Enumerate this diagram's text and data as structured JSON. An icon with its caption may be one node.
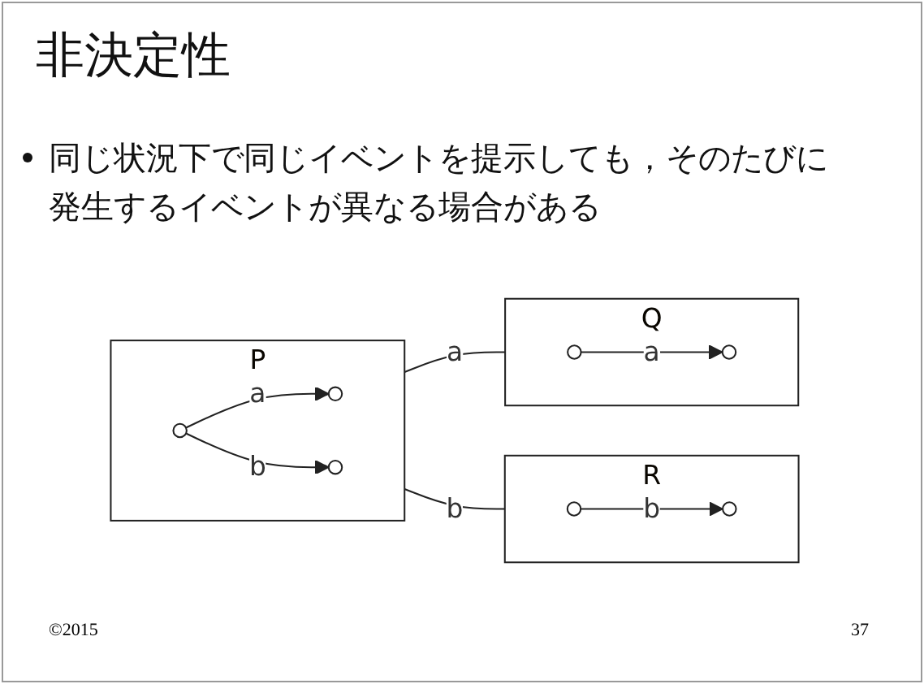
{
  "diagram": {
    "title": "非決定性",
    "nodes": [
      {
        "text": [
          "P"
        ]
      },
      {
        "text": [],
        "shape": "circle",
        "in": 0
      },
      {
        "text": [],
        "shape": "circle",
        "in": 0
      },
      {
        "text": [],
        "shape": "circle",
        "in": 0
      },
      {
        "text": [
          "Q"
        ]
      },
      {
        "text": [],
        "shape": "circle",
        "in": 4
      },
      {
        "text": [],
        "shape": "circle",
        "in": 4
      },
      {
        "text": [
          "R"
        ]
      },
      {
        "text": [],
        "shape": "circle",
        "in": 7
      },
      {
        "text": [],
        "shape": "circle",
        "in": 7
      }
    ],
    "edges": [
      {
        "from": 1,
        "to": 2,
        "arrow": "to",
        "label": "a"
      },
      {
        "from": 1,
        "to": 3,
        "arrow": "to",
        "label": "b"
      },
      {
        "from": 0,
        "to": 4,
        "arrow": "none",
        "label": "a"
      },
      {
        "from": 0,
        "to": 7,
        "arrow": "none",
        "label": "b"
      },
      {
        "from": 5,
        "to": 6,
        "arrow": "to",
        "label": "a"
      },
      {
        "from": 8,
        "to": 9,
        "arrow": "to",
        "label": "b"
      }
    ],
    "labels": [
      "同じ状況下で同じイベントを提示しても，そのたびに発生するイベントが異なる場合がある",
      "©2015",
      "37"
    ]
  }
}
